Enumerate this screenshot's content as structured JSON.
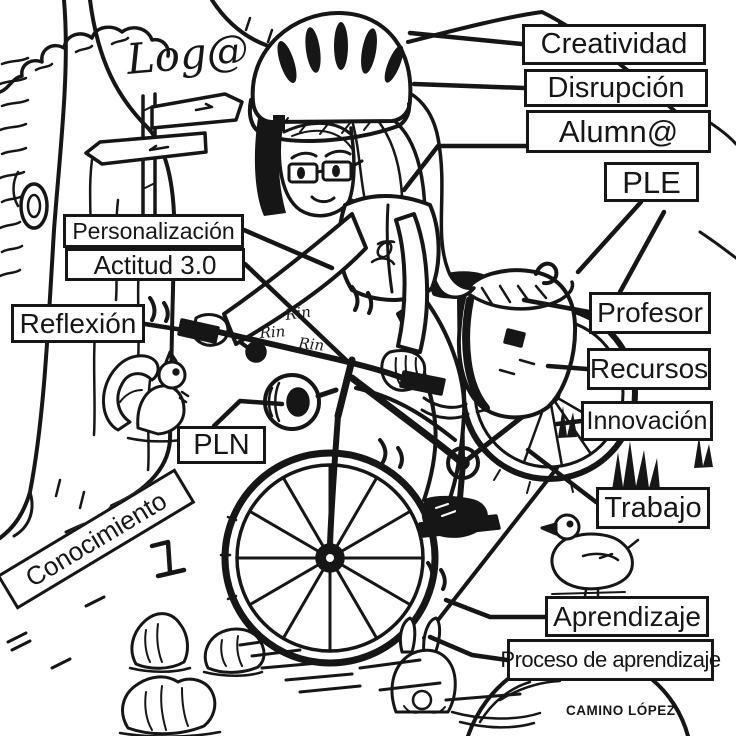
{
  "meta": {
    "artist_signature": "Log@",
    "artwork_credit": "CAMINO LÓPEZ"
  },
  "colors": {
    "ink": "#161616",
    "paper": "#ffffff"
  },
  "bell_sound": [
    "Rin",
    "Rin",
    "Rin"
  ],
  "labels": {
    "creatividad": "Creatividad",
    "disrupcion": "Disrupción",
    "alumno": "Alumn@",
    "ple": "PLE",
    "personalizacion": "Personalización",
    "actitud": "Actitud 3.0",
    "reflexion": "Reflexión",
    "profesor": "Profesor",
    "recursos": "Recursos",
    "innovacion": "Innovación",
    "pln": "PLN",
    "conocimiento": "Conocimiento",
    "trabajo": "Trabajo",
    "aprendizaje": "Aprendizaje",
    "proceso_de_aprendizaje": "Proceso de aprendizaje"
  },
  "scene": {
    "figures": [
      "tree",
      "forest-bush",
      "wooden-signpost",
      "girl-cyclist",
      "bicycle-helmet",
      "glasses",
      "bicycle",
      "headlight",
      "bell",
      "pannier-bag",
      "squirrel",
      "duck",
      "rabbit",
      "rocks",
      "boulder",
      "grass",
      "dirt-path"
    ]
  }
}
